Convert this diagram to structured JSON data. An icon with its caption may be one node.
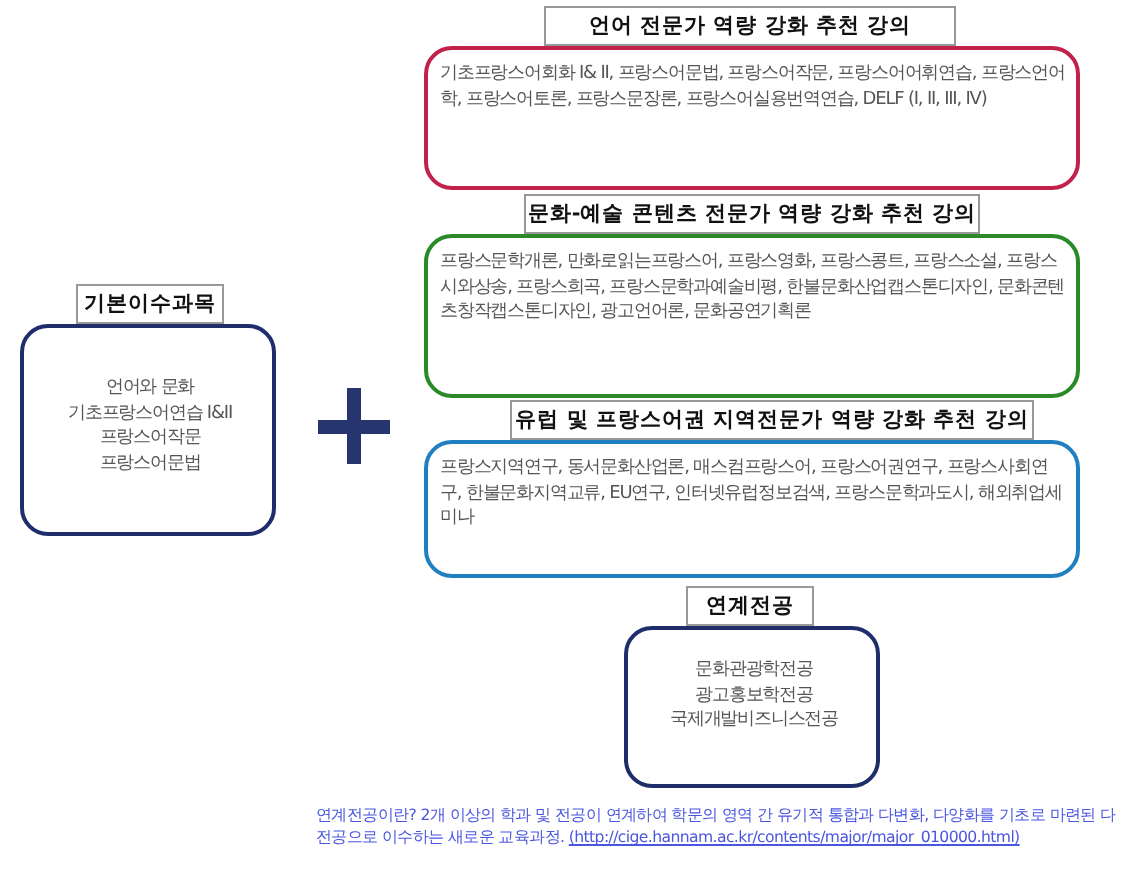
{
  "diagram": {
    "nodes": [
      {
        "text": [
          "기본이수과목"
        ]
      },
      {
        "text": [
          "언어와 문화",
          "기초프랑스어연습 I&II",
          "프랑스어작문",
          "프랑스어문법"
        ]
      },
      {
        "text": [
          "언어 전문가 역량 강화 추천 강의"
        ]
      },
      {
        "text": [
          "기초프랑스어회화 I& II, 프랑스어문법, 프랑스어작문, 프랑스어어휘연습, 프랑스언어학, 프랑스어토론, 프랑스문장론, 프랑스어실용번역연습, DELF (I, II, III, IV)"
        ]
      },
      {
        "text": [
          "문화-예술 콘텐츠 전문가 역량 강화 추천 강의"
        ]
      },
      {
        "text": [
          "프랑스문학개론, 만화로읽는프랑스어, 프랑스영화, 프랑스콩트, 프랑스소설, 프랑스시와상송, 프랑스희곡, 프랑스문학과예술비평, 한불문화산업캡스톤디자인, 문화콘텐츠창작캡스톤디자인, 광고언어론, 문화공연기획론"
        ]
      },
      {
        "text": [
          "유럽 및 프랑스어권 지역전문가 역량 강화 추천 강의"
        ]
      },
      {
        "text": [
          "프랑스지역연구, 동서문화산업론, 매스컴프랑스어, 프랑스어권연구, 프랑스사회연구, 한불문화지역교류, EU연구, 인터넷유럽정보검색, 프랑스문학과도시, 해외취업세미나"
        ]
      },
      {
        "text": [
          "연계전공"
        ]
      },
      {
        "text": [
          "문화관광학전공",
          "광고홍보학전공",
          "국제개발비즈니스전공"
        ]
      }
    ],
    "labels": [
      "연계전공이란? 2개 이상의 학과 및 전공이 연계하여 학문의 영역 간 유기적 통합과 다변화, 다양화를 기초로 마련된 다전공으로 이수하는 새로운 교육과정.",
      "(http://cige.hannam.ac.kr/contents/major/major_010000.html)"
    ]
  }
}
